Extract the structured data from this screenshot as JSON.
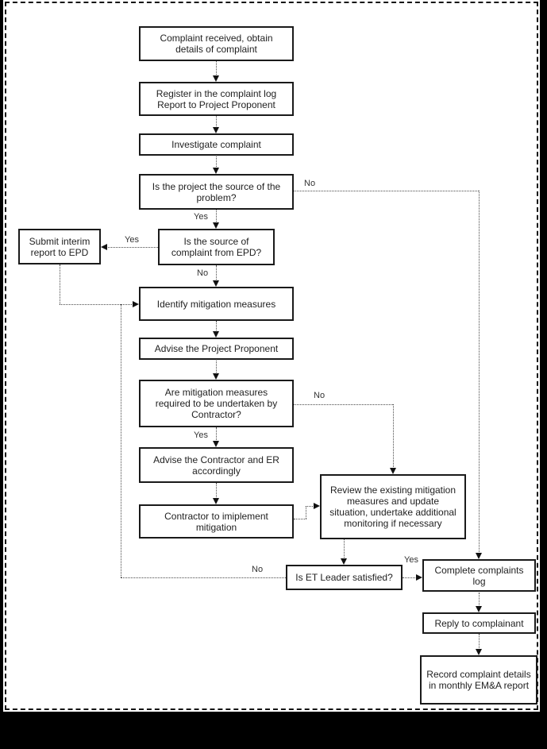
{
  "canvas": {
    "background_color": "#000000",
    "page_fill": "#ffffff",
    "page_border_style": "dashed",
    "box_border_color": "#1a1a1a",
    "line_color": "#4a4a4a"
  },
  "flowchart": {
    "nodes": {
      "complaint_received": {
        "text": "Complaint received, obtain\ndetails of complaint"
      },
      "register_log": {
        "text": "Register in the complaint log\nReport to Project Proponent"
      },
      "investigate": {
        "text": "Investigate complaint"
      },
      "project_source": {
        "text": "Is the project the source of the\nproblem?"
      },
      "epd_source": {
        "text": "Is the source of\ncomplaint from EPD?"
      },
      "submit_interim": {
        "text": "Submit interim\nreport to EPD"
      },
      "identify_mitigation": {
        "text": "Identify mitigation measures"
      },
      "advise_proponent": {
        "text": "Advise the Project Proponent"
      },
      "mitigation_required": {
        "text": "Are mitigation measures\nrequired to be undertaken by\nContractor?"
      },
      "advise_contractor": {
        "text": "Advise the Contractor and ER\naccordingly"
      },
      "contractor_implement": {
        "text": "Contractor to imiplement\nmitigation"
      },
      "review_mitigation": {
        "text": "Review the existing mitigation\nmeasures and update\nsituation, undertake additional\nmonitoring if necessary"
      },
      "et_satisfied": {
        "text": "Is ET Leader satisfied?"
      },
      "complete_log": {
        "text": "Complete complaints\nlog"
      },
      "reply_complainant": {
        "text": "Reply to complainant"
      },
      "record_details": {
        "text": "Record complaint details\nin monthly EM&A report"
      }
    },
    "edge_labels": {
      "project_source_yes": "Yes",
      "project_source_no": "No",
      "epd_yes": "Yes",
      "epd_no": "No",
      "mitigation_no": "No",
      "mitigation_yes": "Yes",
      "satisfied_no": "No",
      "satisfied_yes": "Yes"
    },
    "edges": [
      {
        "from": "complaint_received",
        "to": "register_log"
      },
      {
        "from": "register_log",
        "to": "investigate"
      },
      {
        "from": "investigate",
        "to": "project_source"
      },
      {
        "from": "project_source",
        "to": "epd_source",
        "label": "Yes"
      },
      {
        "from": "project_source",
        "to": "complete_log",
        "label": "No"
      },
      {
        "from": "epd_source",
        "to": "submit_interim",
        "label": "Yes"
      },
      {
        "from": "epd_source",
        "to": "identify_mitigation",
        "label": "No"
      },
      {
        "from": "submit_interim",
        "to": "identify_mitigation"
      },
      {
        "from": "identify_mitigation",
        "to": "advise_proponent"
      },
      {
        "from": "advise_proponent",
        "to": "mitigation_required"
      },
      {
        "from": "mitigation_required",
        "to": "advise_contractor",
        "label": "Yes"
      },
      {
        "from": "mitigation_required",
        "to": "review_mitigation",
        "label": "No"
      },
      {
        "from": "advise_contractor",
        "to": "contractor_implement"
      },
      {
        "from": "contractor_implement",
        "to": "review_mitigation"
      },
      {
        "from": "review_mitigation",
        "to": "et_satisfied"
      },
      {
        "from": "et_satisfied",
        "to": "identify_mitigation",
        "label": "No"
      },
      {
        "from": "et_satisfied",
        "to": "complete_log",
        "label": "Yes"
      },
      {
        "from": "complete_log",
        "to": "reply_complainant"
      },
      {
        "from": "reply_complainant",
        "to": "record_details"
      }
    ]
  }
}
